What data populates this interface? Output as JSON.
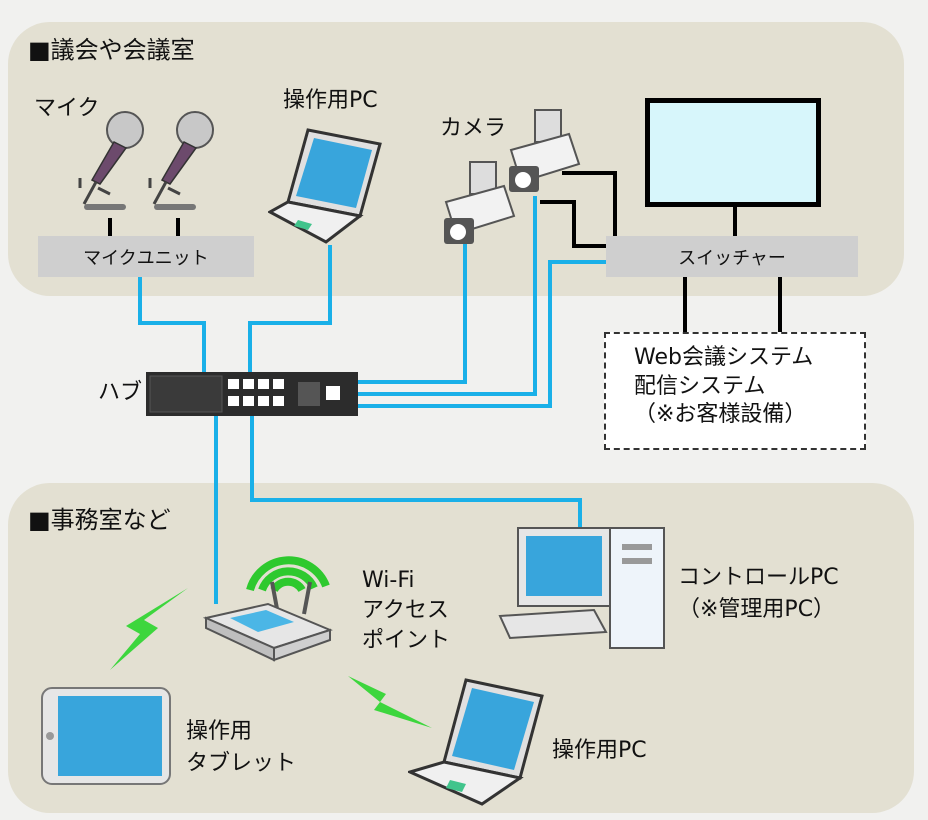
{
  "sections": {
    "meeting_room": "■議会や会議室",
    "office": "■事務室など"
  },
  "labels": {
    "mic": "マイク",
    "mic_unit": "マイクユニット",
    "pc_top": "操作用PC",
    "camera": "カメラ",
    "switcher": "スイッチャー",
    "hub": "ハブ",
    "web_system": [
      "Web会議システム",
      "配信システム",
      "（※お客様設備）"
    ],
    "wifi": [
      "Wi-Fi",
      "アクセス",
      "ポイント"
    ],
    "control_pc": [
      "コントロールPC",
      "（※管理用PC）"
    ],
    "tablet": [
      "操作用",
      "タブレット"
    ],
    "pc_bottom": "操作用PC"
  },
  "colors": {
    "network": "#1ab0e8",
    "video": "#000000",
    "panel": "#e3e0d2",
    "wireless": "#3dd63d"
  },
  "icons": [
    "microphone-icon",
    "laptop-icon",
    "security-camera-icon",
    "monitor-icon",
    "network-hub-icon",
    "wifi-router-icon",
    "desktop-pc-icon",
    "tablet-icon",
    "wireless-signal-icon"
  ]
}
